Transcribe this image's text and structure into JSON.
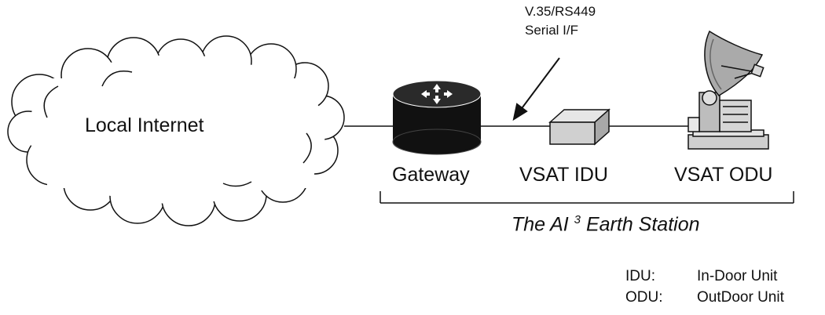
{
  "cloud": {
    "label": "Local Internet"
  },
  "interface_note": {
    "line1": "V.35/RS449",
    "line2": "Serial I/F"
  },
  "devices": {
    "gateway": "Gateway",
    "idu": "VSAT IDU",
    "odu": "VSAT ODU"
  },
  "earth_station": {
    "prefix": "The AI",
    "superscript": "3",
    "suffix": "Earth Station"
  },
  "legend": [
    {
      "abbr": "IDU:",
      "meaning": "In-Door Unit"
    },
    {
      "abbr": "ODU:",
      "meaning": "OutDoor Unit"
    }
  ]
}
